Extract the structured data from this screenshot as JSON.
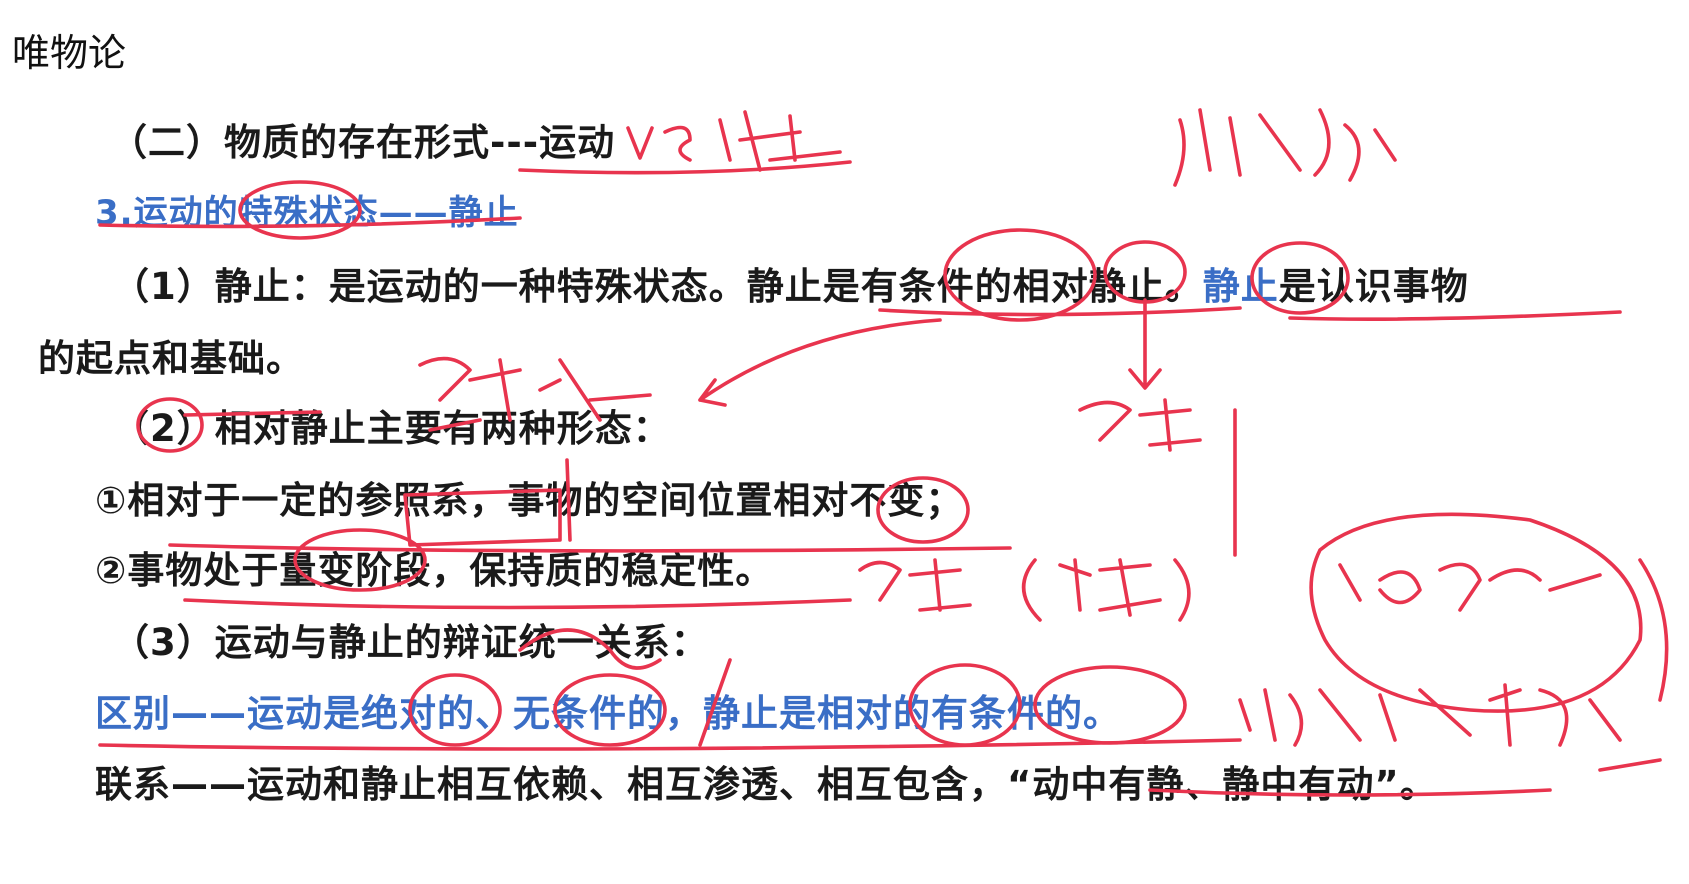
{
  "doc": {
    "title": "唯物论",
    "heading": "（二）物质的存在形式---运动",
    "subheading": "3.运动的特殊状态——静止",
    "p1_a": "（1）静止：是运动的一种特殊状态。静止是有条件的相对静止。",
    "p1_b": "静止",
    "p1_c": "是认识事物",
    "p1_cont": "的起点和基础。",
    "p2": "（2）相对静止主要有两种形态：",
    "p2_i": "①相对于一定的参照系，事物的空间位置相对不变；",
    "p2_ii": "②事物处于量变阶段，保持质的稳定性。",
    "p3": "（3）运动与静止的辩证统一关系：",
    "p3_diff": "区别——运动是绝对的、无条件的，静止是相对的有条件的。",
    "p3_link": "联系——运动和静止相互依赖、相互渗透、相互包含，“动中有静、静中有动”。"
  },
  "colors": {
    "text": "#1a1a1a",
    "blue": "#3a6ec6",
    "ink": "#e8344e"
  }
}
